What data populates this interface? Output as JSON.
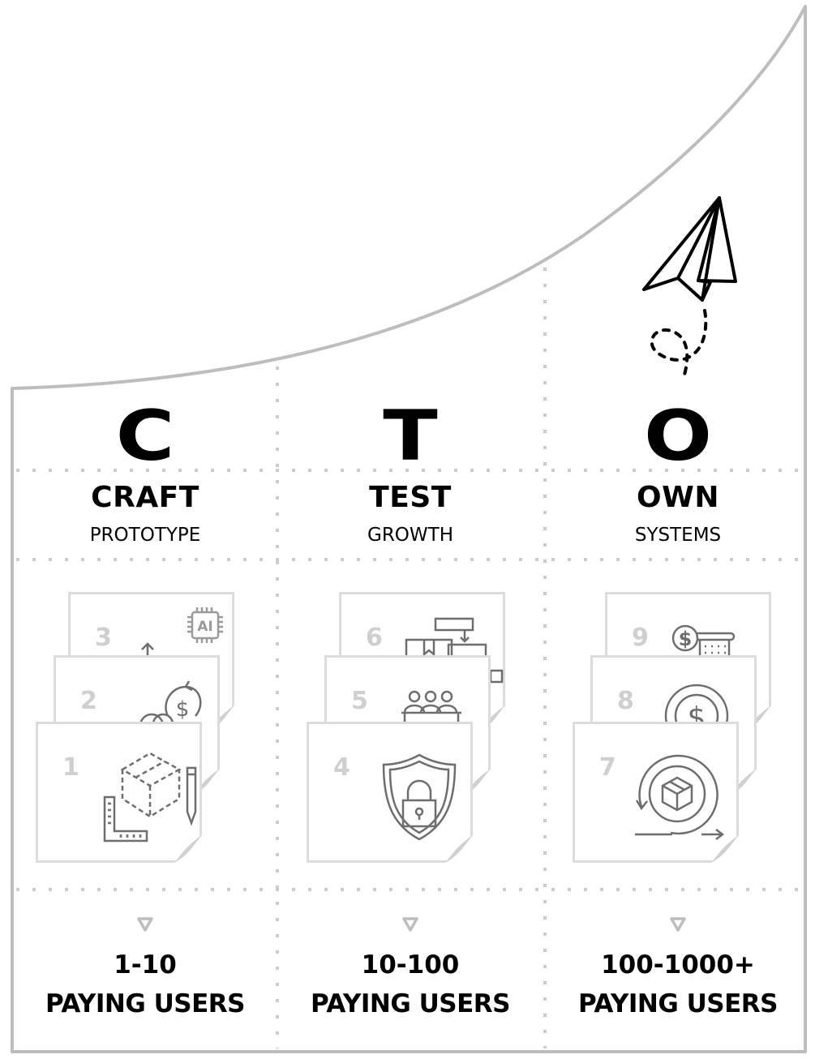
{
  "colors": {
    "frame": "#bdbdbd",
    "divider": "#cccccc",
    "card_border": "#dcdcdc",
    "card_number": "#cfcfcf",
    "icon_stroke": "#6e6e6e",
    "text": "#000000"
  },
  "stages": [
    {
      "letter": "C",
      "title": "CRAFT",
      "subtitle": "PROTOTYPE",
      "cards": [
        {
          "number": "3",
          "icon": "ai-chip-icon"
        },
        {
          "number": "2",
          "icon": "dollar-cycle-icon"
        },
        {
          "number": "1",
          "icon": "box-ruler-pencil-icon"
        }
      ],
      "range": "1-10",
      "users_label": "PAYING USERS"
    },
    {
      "letter": "T",
      "title": "TEST",
      "subtitle": "GROWTH",
      "cards": [
        {
          "number": "6",
          "icon": "flowchart-icon"
        },
        {
          "number": "5",
          "icon": "team-desk-icon"
        },
        {
          "number": "4",
          "icon": "shield-lock-icon"
        }
      ],
      "range": "10-100",
      "users_label": "PAYING USERS"
    },
    {
      "letter": "O",
      "title": "OWN",
      "subtitle": "SYSTEMS",
      "cards": [
        {
          "number": "9",
          "icon": "dollar-calculator-icon"
        },
        {
          "number": "8",
          "icon": "dollar-coin-icon"
        },
        {
          "number": "7",
          "icon": "box-cycle-icon"
        }
      ],
      "range": "100-1000+",
      "users_label": "PAYING USERS"
    }
  ],
  "decorations": {
    "growth_curve": "growth-curve",
    "paper_plane": "paper-plane-icon",
    "stage_marker": "triangle-down-icon"
  }
}
